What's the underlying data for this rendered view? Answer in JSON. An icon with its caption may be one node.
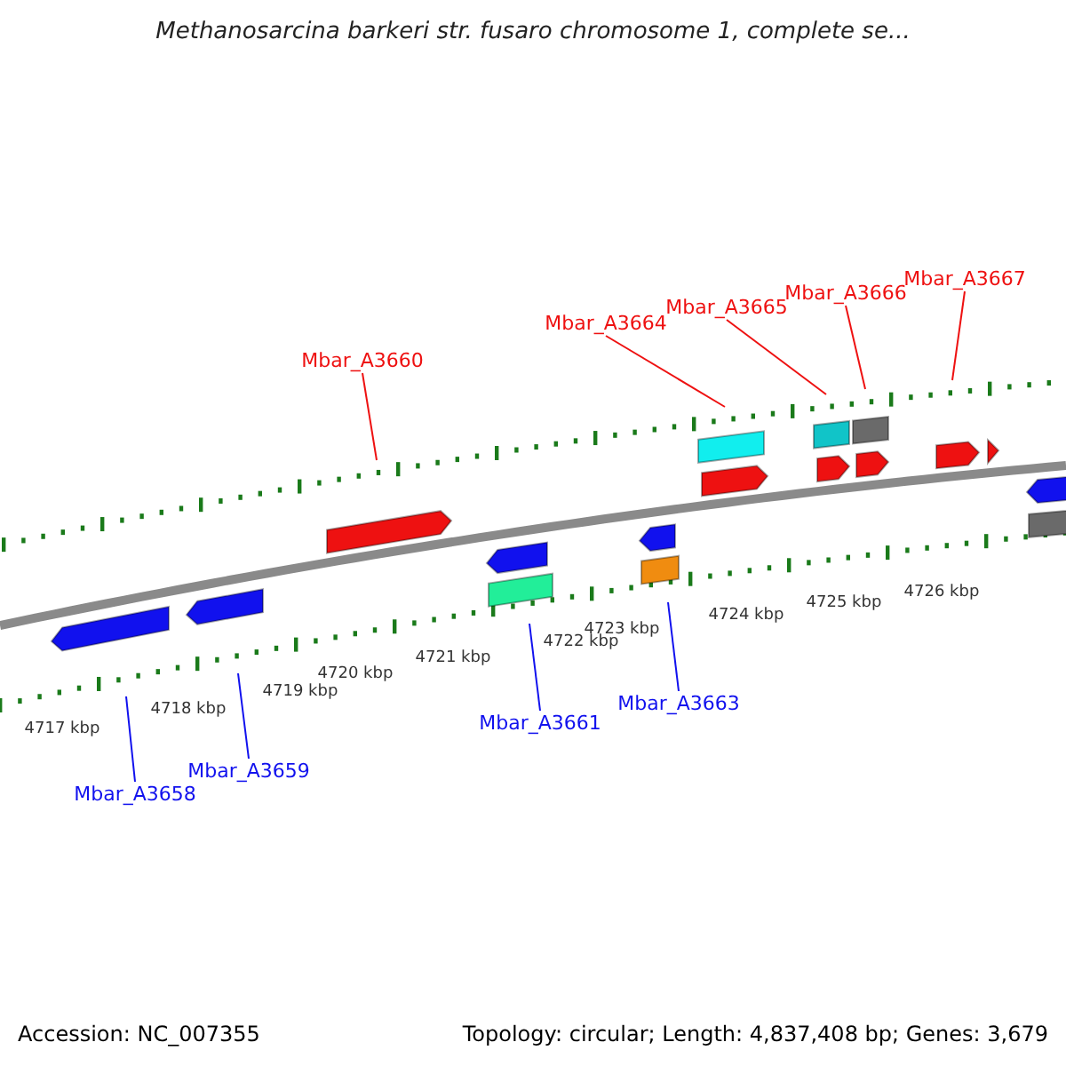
{
  "diagram": {
    "title": "Methanosarcina barkeri str. fusaro chromosome 1, complete se...",
    "nodes": [
      {
        "text": [
          "Mbar_A3667"
        ]
      },
      {
        "text": [
          "Mbar_A3666"
        ]
      },
      {
        "text": [
          "Mbar_A3665"
        ]
      },
      {
        "text": [
          "Mbar_A3664"
        ]
      },
      {
        "text": [
          "Mbar_A3660"
        ]
      },
      {
        "text": [
          "Mbar_A3663"
        ]
      },
      {
        "text": [
          "Mbar_A3661"
        ]
      },
      {
        "text": [
          "Mbar_A3659"
        ]
      },
      {
        "text": [
          "Mbar_A3658"
        ]
      }
    ],
    "edges": [
      {
        "from": 0,
        "to": null,
        "arrow": "none"
      },
      {
        "from": 1,
        "to": null,
        "arrow": "none"
      },
      {
        "from": 2,
        "to": null,
        "arrow": "none"
      },
      {
        "from": 3,
        "to": null,
        "arrow": "none"
      },
      {
        "from": 4,
        "to": null,
        "arrow": "none"
      },
      {
        "from": 5,
        "to": null,
        "arrow": "none",
        "color": "#1111ee"
      },
      {
        "from": 6,
        "to": null,
        "arrow": "none",
        "color": "#1111ee"
      },
      {
        "from": 7,
        "to": null,
        "arrow": "none",
        "color": "#1111ee"
      },
      {
        "from": 8,
        "to": null,
        "arrow": "none",
        "color": "#1111ee"
      }
    ],
    "labels": [
      "4717 kbp",
      "4718 kbp",
      "4719 kbp",
      "4720 kbp",
      "4721 kbp",
      "4722 kbp",
      "4723 kbp",
      "4724 kbp",
      "4725 kbp",
      "4726 kbp",
      "Accession: NC_007355",
      "Topology: circular; Length: 4,837,408 bp; Genes: 3,679"
    ]
  }
}
